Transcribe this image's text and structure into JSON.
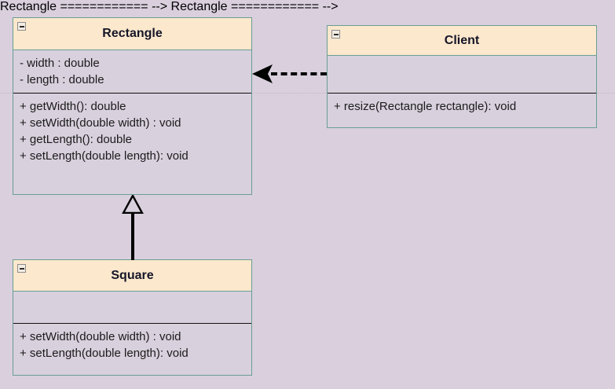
{
  "diagram": {
    "type": "uml-class-diagram",
    "background_color": "#d9cfdd",
    "header_color": "#fbe8cd",
    "body_color": "#d8d0dd",
    "border_color": "#6a9e94",
    "text_color": "#1b1b1b"
  },
  "classes": {
    "rectangle": {
      "name": "Rectangle",
      "collapse_icon": "collapse-minus-icon",
      "attributes": [
        "- width : double",
        "- length : double"
      ],
      "methods": [
        "+ getWidth(): double",
        "+ setWidth(double width) : void",
        "+ getLength(): double",
        "+ setLength(double length): void"
      ]
    },
    "client": {
      "name": "Client",
      "collapse_icon": "collapse-minus-icon",
      "attributes": [],
      "methods": [
        "+ resize(Rectangle rectangle): void"
      ]
    },
    "square": {
      "name": "Square",
      "collapse_icon": "collapse-minus-icon",
      "attributes": [],
      "methods": [
        "+ setWidth(double width) : void",
        "+ setLength(double length): void"
      ]
    }
  },
  "relationships": [
    {
      "id": "dependency",
      "kind": "dependency",
      "line_style": "dashed",
      "arrowhead": "filled-open-arrow",
      "from": "Client",
      "to": "Rectangle"
    },
    {
      "id": "generalization",
      "kind": "generalization",
      "line_style": "solid",
      "arrowhead": "hollow-triangle",
      "from": "Square",
      "to": "Rectangle"
    }
  ]
}
